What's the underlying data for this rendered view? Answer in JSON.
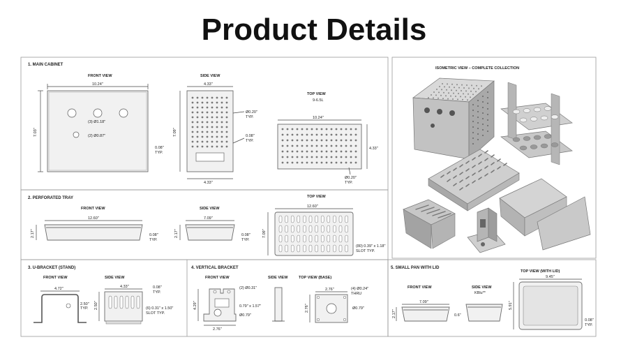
{
  "page_title": "Product Details",
  "main_cabinet": {
    "heading": "1. MAIN CABINET",
    "front_view": "FRONT VIEW",
    "side_view": "SIDE VIEW",
    "top_view": "TOP VIEW",
    "top_view_sub": "9-6.5L",
    "width_front": "10.24\"",
    "height_front": "7.03\"",
    "holes_large": "(3) Ø1.18\"",
    "hole_small": "(2) Ø0.87\"",
    "edge_typ_1": "0.08\"",
    "edge_typ_2": "TYP.",
    "side_width_top": "4.33\"",
    "side_height": "7.09\"",
    "side_width_bottom": "4.33\"",
    "perf_dia_1": "Ø0.20\"",
    "perf_dia_2": "TYP.",
    "side_edge_1": "0.08\"",
    "side_edge_2": "TYP.",
    "top_width": "10.24\"",
    "top_depth": "4.33\"",
    "top_dia_1": "Ø0.20\"",
    "top_dia_2": "TYP."
  },
  "perforated_tray": {
    "heading": "2. PERFORATED TRAY",
    "front_view": "FRONT VIEW",
    "side_view": "SIDE VIEW",
    "top_view": "TOP VIEW",
    "front_width": "12.60\"",
    "front_height": "2.17\"",
    "front_edge_1": "0.08\"",
    "front_edge_2": "TYP.",
    "side_width": "7.09\"",
    "side_height": "2.17\"",
    "side_edge_1": "0.08\"",
    "side_edge_2": "TYP.",
    "top_width": "12.60\"",
    "top_depth": "7.09\"",
    "slot_1": "(80) 0.39\" x 1.18\"",
    "slot_2": "SLOT TYP."
  },
  "u_bracket": {
    "heading": "3. U-BRACKET (STAND)",
    "front_view": "FRONT VIEW",
    "side_view": "SIDE VIEW",
    "front_width": "4.72\"",
    "front_height_1": "2.50\"",
    "front_height_2": "TYP.",
    "side_width": "4.33\"",
    "side_height": "2.50\"",
    "side_edge_1": "0.08\"",
    "side_edge_2": "TYP.",
    "slot_1": "(6) 0.31\" x 1.50\"",
    "slot_2": "SLOT TYP."
  },
  "vertical_bracket": {
    "heading": "4. VERTICAL BRACKET",
    "front_view": "FRONT VIEW",
    "side_view": "SIDE VIEW",
    "top_view": "TOP VIEW (BASE)",
    "holes": "(2) Ø0.31\"",
    "slot": "0.79\" x 1.57\"",
    "dia": "Ø0.79\"",
    "height": "4.29\"",
    "width": "2.76\"",
    "top_width": "2.76\"",
    "top_depth": "2.76\"",
    "thru_1": "(4) Ø0.24\"",
    "thru_2": "THRU",
    "top_dia": "Ø0.79\""
  },
  "small_pan": {
    "heading": "5. SMALL PAN WITH LID",
    "front_view": "FRONT VIEW",
    "side_view": "SIDE VIEW",
    "side_view_sub": "KBlu**",
    "top_view": "TOP VIEW (WITH LID)",
    "front_width": "7.09\"",
    "front_height": "2.17\"",
    "side_dim": "0.6\"",
    "top_width": "9.45\"",
    "top_depth": "5.91\"",
    "edge_1": "0.08\"",
    "edge_2": "TYP."
  },
  "isometric": {
    "heading": "ISOMETRIC VIEW – COMPLETE COLLECTION"
  }
}
